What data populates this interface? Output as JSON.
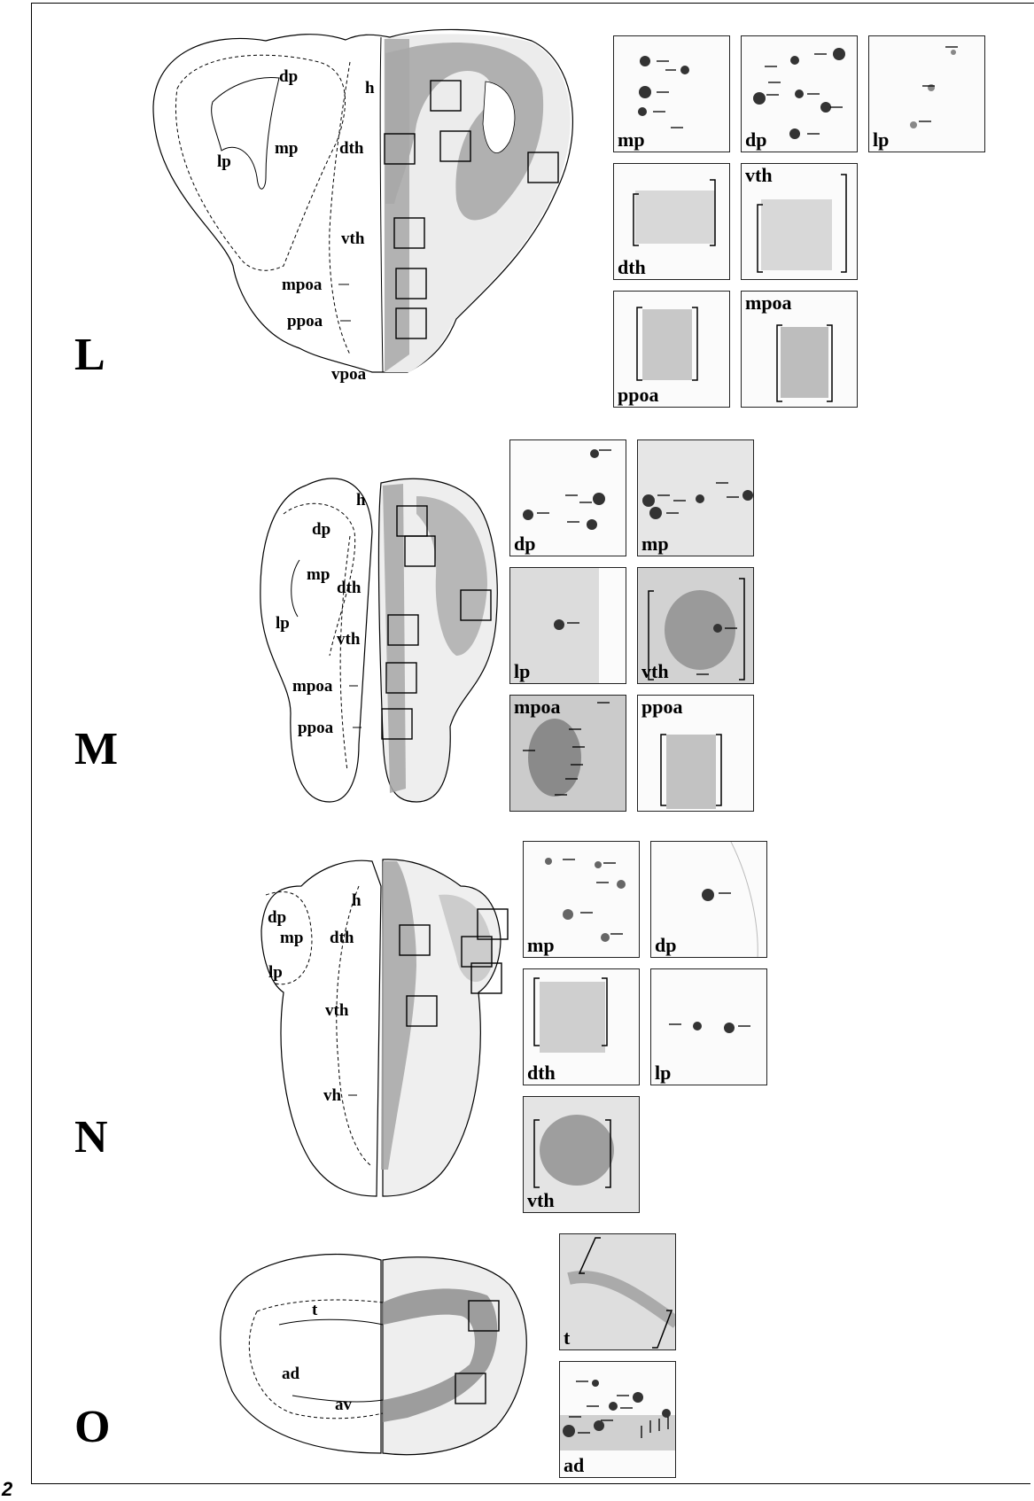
{
  "figure_number": "2",
  "panels": [
    {
      "letter": "L",
      "region_labels": [
        "dp",
        "lp",
        "mp",
        "h",
        "dth",
        "vth",
        "mpoa",
        "ppoa",
        "vpoa"
      ],
      "insets": [
        {
          "label": "mp"
        },
        {
          "label": "dp"
        },
        {
          "label": "lp"
        },
        {
          "label": "dth"
        },
        {
          "label": "vth"
        },
        {
          "label": "ppoa"
        },
        {
          "label": "mpoa"
        }
      ]
    },
    {
      "letter": "M",
      "region_labels": [
        "h",
        "dp",
        "mp",
        "dth",
        "lp",
        "vth",
        "mpoa",
        "ppoa"
      ],
      "insets": [
        {
          "label": "dp"
        },
        {
          "label": "mp"
        },
        {
          "label": "lp"
        },
        {
          "label": "vth"
        },
        {
          "label": "mpoa"
        },
        {
          "label": "ppoa"
        }
      ]
    },
    {
      "letter": "N",
      "region_labels": [
        "h",
        "dp",
        "mp",
        "dth",
        "lp",
        "vth",
        "vh"
      ],
      "insets": [
        {
          "label": "mp"
        },
        {
          "label": "dp"
        },
        {
          "label": "dth"
        },
        {
          "label": "lp"
        },
        {
          "label": "vth"
        }
      ]
    },
    {
      "letter": "O",
      "region_labels": [
        "t",
        "ad",
        "av"
      ],
      "insets": [
        {
          "label": "t"
        },
        {
          "label": "ad"
        }
      ]
    }
  ]
}
